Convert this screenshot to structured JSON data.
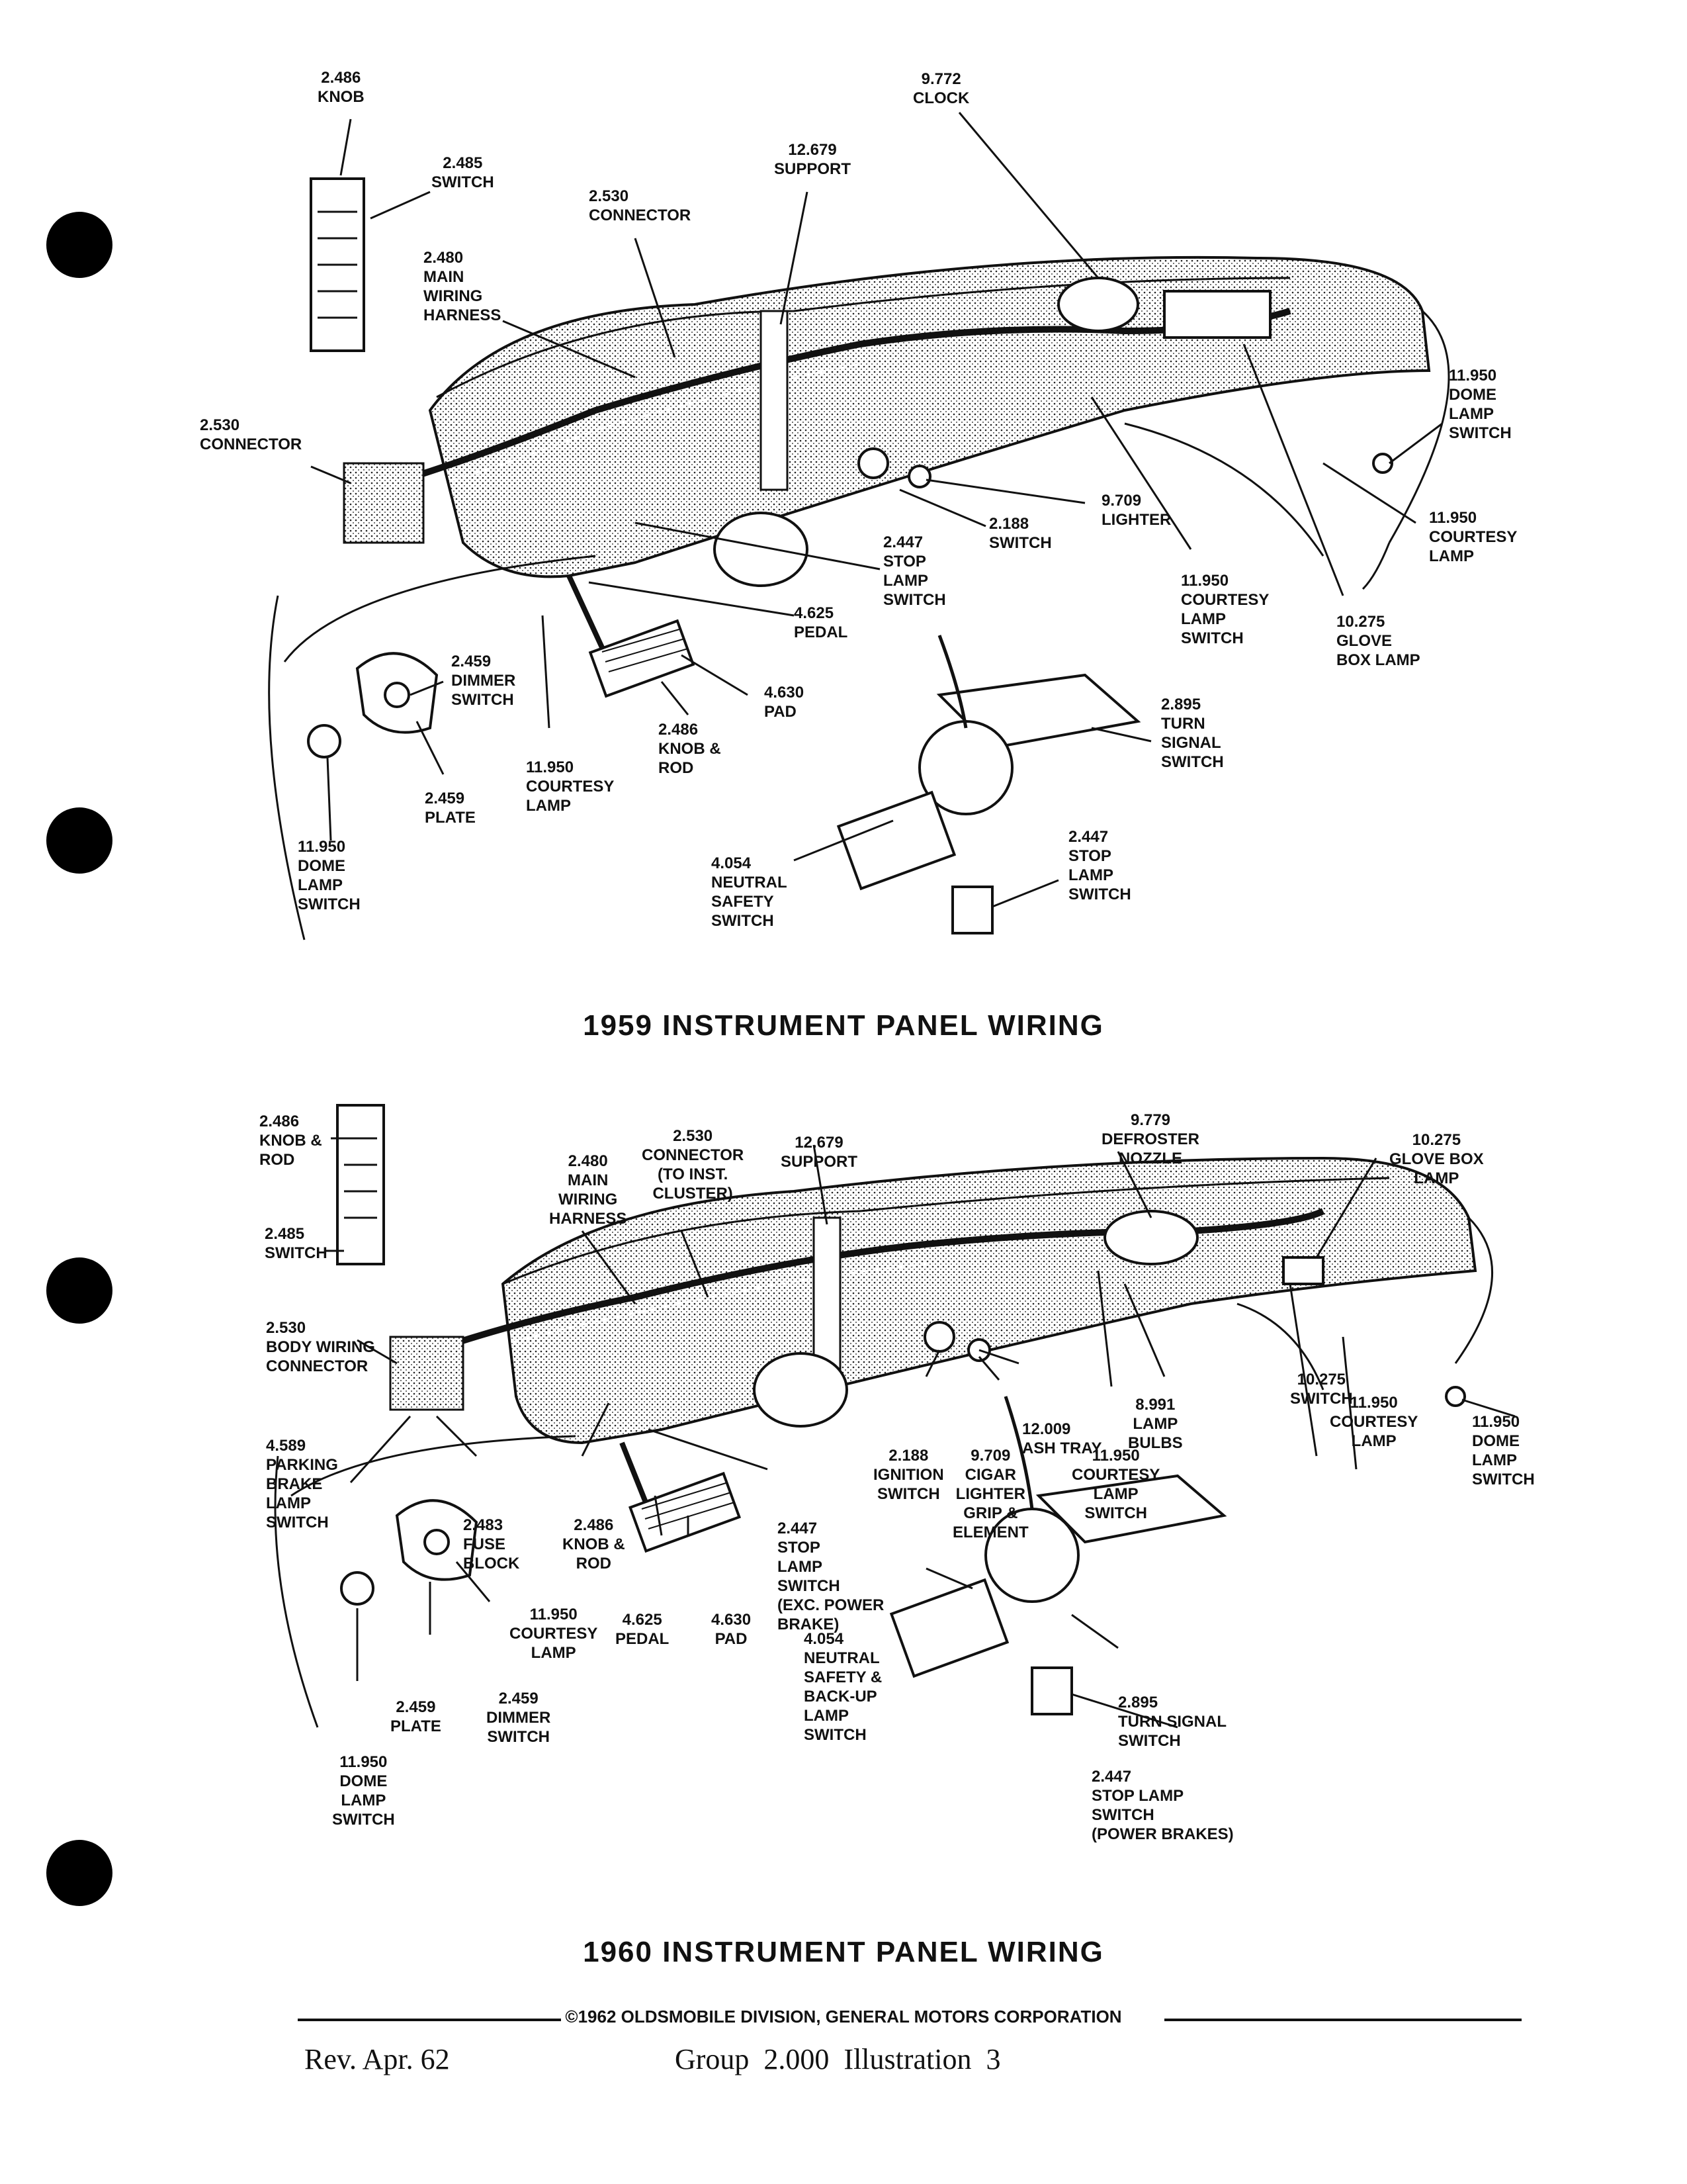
{
  "diagram_1959": {
    "title": "1959 INSTRUMENT PANEL WIRING",
    "callouts": [
      {
        "id": "knob",
        "text": "2.486\nKNOB"
      },
      {
        "id": "switch",
        "text": "2.485\nSWITCH"
      },
      {
        "id": "main-wiring-harness",
        "text": "2.480\nMAIN\nWIRING\nHARNESS"
      },
      {
        "id": "connector-top",
        "text": "2.530\nCONNECTOR"
      },
      {
        "id": "support",
        "text": "12.679\nSUPPORT"
      },
      {
        "id": "clock",
        "text": "9.772\nCLOCK"
      },
      {
        "id": "connector-left",
        "text": "2.530\nCONNECTOR"
      },
      {
        "id": "dome-lamp-switch-right",
        "text": "11.950\nDOME\nLAMP\nSWITCH"
      },
      {
        "id": "courtesy-lamp-right",
        "text": "11.950\nCOURTESY\nLAMP"
      },
      {
        "id": "lighter",
        "text": "9.709\nLIGHTER"
      },
      {
        "id": "ignition-switch",
        "text": "2.188\nSWITCH"
      },
      {
        "id": "stop-lamp-switch",
        "text": "2.447\nSTOP\nLAMP\nSWITCH"
      },
      {
        "id": "courtesy-lamp-switch",
        "text": "11.950\nCOURTESY\nLAMP\nSWITCH"
      },
      {
        "id": "glove-box-lamp",
        "text": "10.275\nGLOVE\nBOX LAMP"
      },
      {
        "id": "pedal",
        "text": "4.625\nPEDAL"
      },
      {
        "id": "pad",
        "text": "4.630\nPAD"
      },
      {
        "id": "dimmer-switch",
        "text": "2.459\nDIMMER\nSWITCH"
      },
      {
        "id": "knob-rod",
        "text": "2.486\nKNOB &\nROD"
      },
      {
        "id": "turn-signal-switch",
        "text": "2.895\nTURN\nSIGNAL\nSWITCH"
      },
      {
        "id": "courtesy-lamp-left",
        "text": "11.950\nCOURTESY\nLAMP"
      },
      {
        "id": "plate",
        "text": "2.459\nPLATE"
      },
      {
        "id": "dome-lamp-switch-left",
        "text": "11.950\nDOME\nLAMP\nSWITCH"
      },
      {
        "id": "neutral-safety-switch",
        "text": "4.054\nNEUTRAL\nSAFETY\nSWITCH"
      },
      {
        "id": "stop-lamp-switch-lower",
        "text": "2.447\nSTOP\nLAMP\nSWITCH"
      }
    ]
  },
  "diagram_1960": {
    "title": "1960 INSTRUMENT PANEL WIRING",
    "callouts": [
      {
        "id": "knob-rod-top",
        "text": "2.486\nKNOB &\nROD"
      },
      {
        "id": "switch",
        "text": "2.485\nSWITCH"
      },
      {
        "id": "main-wiring-harness",
        "text": "2.480\nMAIN\nWIRING\nHARNESS"
      },
      {
        "id": "connector-inst-cluster",
        "text": "2.530\nCONNECTOR\n(TO INST.\nCLUSTER)"
      },
      {
        "id": "support",
        "text": "12.679\nSUPPORT"
      },
      {
        "id": "defroster-nozzle",
        "text": "9.779\nDEFROSTER\nNOZZLE"
      },
      {
        "id": "glove-box-lamp",
        "text": "10.275\nGLOVE BOX\nLAMP"
      },
      {
        "id": "body-wiring-connector",
        "text": "2.530\nBODY WIRING\nCONNECTOR"
      },
      {
        "id": "parking-brake-lamp-switch",
        "text": "4.589\nPARKING\nBRAKE\nLAMP\nSWITCH"
      },
      {
        "id": "glove-box-switch",
        "text": "10.275\nSWITCH"
      },
      {
        "id": "lamp-bulbs",
        "text": "8.991\nLAMP\nBULBS"
      },
      {
        "id": "courtesy-lamp-right",
        "text": "11.950\nCOURTESY\nLAMP"
      },
      {
        "id": "dome-lamp-switch-right",
        "text": "11.950\nDOME\nLAMP\nSWITCH"
      },
      {
        "id": "ash-tray",
        "text": "12.009\nASH TRAY"
      },
      {
        "id": "ignition-switch",
        "text": "2.188\nIGNITION\nSWITCH"
      },
      {
        "id": "cigar-lighter",
        "text": "9.709\nCIGAR\nLIGHTER\nGRIP &\nELEMENT"
      },
      {
        "id": "courtesy-lamp-switch",
        "text": "11.950\nCOURTESY\nLAMP\nSWITCH"
      },
      {
        "id": "fuse-block",
        "text": "2.483\nFUSE\nBLOCK"
      },
      {
        "id": "knob-rod",
        "text": "2.486\nKNOB &\nROD"
      },
      {
        "id": "stop-lamp-switch",
        "text": "2.447\nSTOP\nLAMP\nSWITCH\n(EXC. POWER\nBRAKE)"
      },
      {
        "id": "courtesy-lamp-left",
        "text": "11.950\nCOURTESY\nLAMP"
      },
      {
        "id": "pedal",
        "text": "4.625\nPEDAL"
      },
      {
        "id": "pad",
        "text": "4.630\nPAD"
      },
      {
        "id": "neutral-safety-backup",
        "text": "4.054\nNEUTRAL\nSAFETY &\nBACK-UP\nLAMP\nSWITCH"
      },
      {
        "id": "plate",
        "text": "2.459\nPLATE"
      },
      {
        "id": "dimmer-switch",
        "text": "2.459\nDIMMER\nSWITCH"
      },
      {
        "id": "turn-signal-switch",
        "text": "2.895\nTURN SIGNAL\nSWITCH"
      },
      {
        "id": "dome-lamp-switch-left",
        "text": "11.950\nDOME\nLAMP\nSWITCH"
      },
      {
        "id": "stop-lamp-switch-power",
        "text": "2.447\nSTOP LAMP\nSWITCH\n(POWER BRAKES)"
      }
    ]
  },
  "footer": {
    "copyright": "©1962 OLDSMOBILE DIVISION, GENERAL MOTORS CORPORATION",
    "revision": "Rev. Apr. 62",
    "group_illustration": "Group  2.000  Illustration  3"
  }
}
